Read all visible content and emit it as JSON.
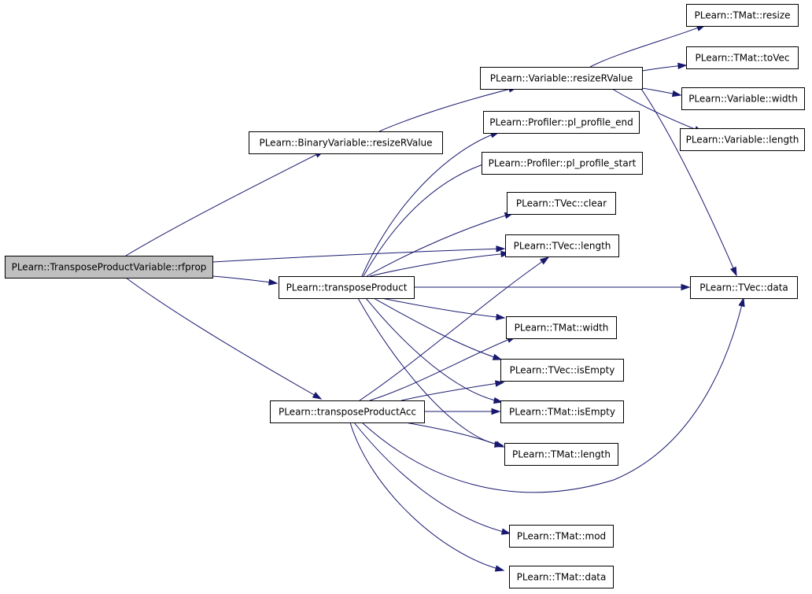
{
  "colors": {
    "edge": "#191970",
    "root_fill": "#bfbfbf",
    "node_fill": "#ffffff",
    "border": "#000000"
  },
  "nodes": [
    {
      "id": "root",
      "label": "PLearn::TransposeProductVariable::rfprop",
      "root": true
    },
    {
      "id": "binres",
      "label": "PLearn::BinaryVariable::resizeRValue"
    },
    {
      "id": "varres",
      "label": "PLearn::Variable::resizeRValue"
    },
    {
      "id": "tmatresize",
      "label": "PLearn::TMat::resize"
    },
    {
      "id": "tmattovec",
      "label": "PLearn::TMat::toVec"
    },
    {
      "id": "varwidth",
      "label": "PLearn::Variable::width"
    },
    {
      "id": "varlength",
      "label": "PLearn::Variable::length"
    },
    {
      "id": "profend",
      "label": "PLearn::Profiler::pl_profile_end"
    },
    {
      "id": "profstart",
      "label": "PLearn::Profiler::pl_profile_start"
    },
    {
      "id": "tvecclear",
      "label": "PLearn::TVec::clear"
    },
    {
      "id": "tveclength",
      "label": "PLearn::TVec::length"
    },
    {
      "id": "tp",
      "label": "PLearn::transposeProduct"
    },
    {
      "id": "tvecdata",
      "label": "PLearn::TVec::data"
    },
    {
      "id": "tmatwidth",
      "label": "PLearn::TMat::width"
    },
    {
      "id": "tvecisempty",
      "label": "PLearn::TVec::isEmpty"
    },
    {
      "id": "tpacc",
      "label": "PLearn::transposeProductAcc"
    },
    {
      "id": "tmatisempty",
      "label": "PLearn::TMat::isEmpty"
    },
    {
      "id": "tmatlength",
      "label": "PLearn::TMat::length"
    },
    {
      "id": "tmatmod",
      "label": "PLearn::TMat::mod"
    },
    {
      "id": "tmatdata",
      "label": "PLearn::TMat::data"
    }
  ],
  "edges": [
    {
      "from": "root",
      "to": "binres"
    },
    {
      "from": "root",
      "to": "tveclength"
    },
    {
      "from": "root",
      "to": "tp"
    },
    {
      "from": "root",
      "to": "tpacc"
    },
    {
      "from": "binres",
      "to": "varres"
    },
    {
      "from": "varres",
      "to": "tmatresize"
    },
    {
      "from": "varres",
      "to": "tmattovec"
    },
    {
      "from": "varres",
      "to": "varwidth"
    },
    {
      "from": "varres",
      "to": "varlength"
    },
    {
      "from": "varres",
      "to": "tvecdata"
    },
    {
      "from": "tp",
      "to": "profend"
    },
    {
      "from": "tp",
      "to": "profstart"
    },
    {
      "from": "tp",
      "to": "tvecclear"
    },
    {
      "from": "tp",
      "to": "tveclength"
    },
    {
      "from": "tp",
      "to": "tvecdata"
    },
    {
      "from": "tp",
      "to": "tmatwidth"
    },
    {
      "from": "tp",
      "to": "tvecisempty"
    },
    {
      "from": "tp",
      "to": "tmatisempty"
    },
    {
      "from": "tp",
      "to": "tmatlength"
    },
    {
      "from": "tpacc",
      "to": "tveclength"
    },
    {
      "from": "tpacc",
      "to": "tmatwidth"
    },
    {
      "from": "tpacc",
      "to": "tvecisempty"
    },
    {
      "from": "tpacc",
      "to": "tmatisempty"
    },
    {
      "from": "tpacc",
      "to": "tmatlength"
    },
    {
      "from": "tpacc",
      "to": "tvecdata"
    },
    {
      "from": "tpacc",
      "to": "tmatmod"
    },
    {
      "from": "tpacc",
      "to": "tmatdata"
    }
  ]
}
